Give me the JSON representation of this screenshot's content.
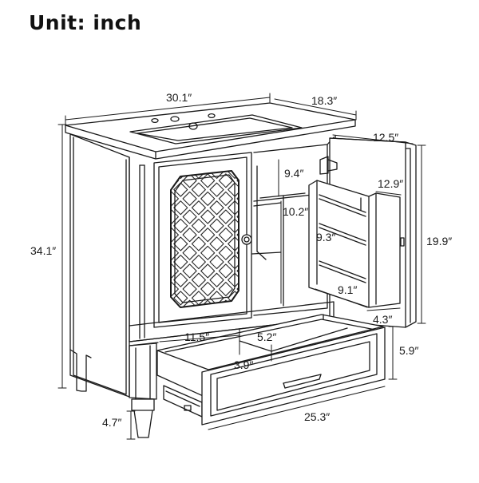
{
  "title": "Unit: inch",
  "dimensions": {
    "top_width": "30.1″",
    "top_depth": "18.3″",
    "door_width": "12.5″",
    "shelf_top_height": "9.4″",
    "organizer_height": "12.9″",
    "inner_height": "10.2″",
    "total_height": "34.1″",
    "organizer_shelf_height": "9.3″",
    "door_height": "19.9″",
    "organizer_width": "9.1″",
    "organizer_depth": "4.3″",
    "drawer_depth": "11.5″",
    "drawer_compartment_depth": "5.2″",
    "drawer_compartment_width": "3.9″",
    "drawer_height": "5.9″",
    "leg_height": "4.7″",
    "drawer_width": "25.3″"
  }
}
